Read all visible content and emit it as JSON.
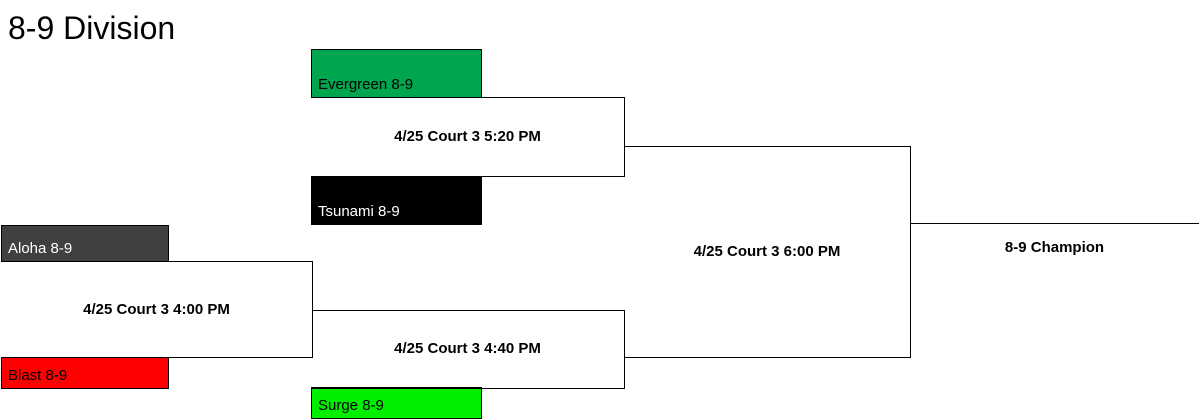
{
  "title": "8-9 Division",
  "teams": {
    "evergreen": {
      "label": "Evergreen 8-9",
      "bg": "#00a550",
      "fg": "#000000"
    },
    "tsunami": {
      "label": "Tsunami 8-9",
      "bg": "#000000",
      "fg": "#ffffff"
    },
    "aloha": {
      "label": "Aloha 8-9",
      "bg": "#404040",
      "fg": "#ffffff"
    },
    "blast": {
      "label": "Blast 8-9",
      "bg": "#ff0000",
      "fg": "#000000"
    },
    "surge": {
      "label": "Surge 8-9",
      "bg": "#00ee00",
      "fg": "#000000"
    }
  },
  "games": {
    "round1": "4/25 Court 3 4:00 PM",
    "semi_top": "4/25 Court 3 5:20 PM",
    "semi_bottom": "4/25 Court 3 4:40 PM",
    "final": "4/25 Court 3 6:00 PM"
  },
  "champion": "8-9 Champion"
}
